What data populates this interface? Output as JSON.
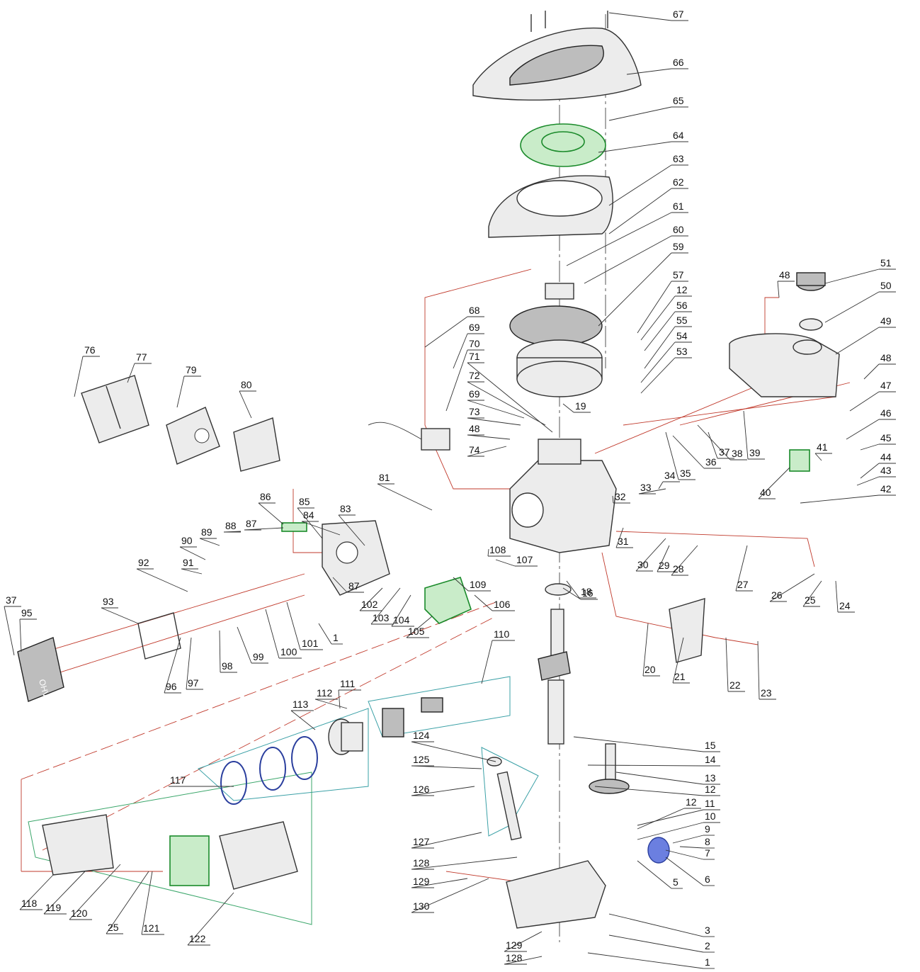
{
  "diagram": {
    "type": "exploded-parts-view",
    "callouts": [
      "67",
      "66",
      "65",
      "64",
      "63",
      "62",
      "61",
      "60",
      "59",
      "57",
      "12",
      "56",
      "55",
      "54",
      "53",
      "51",
      "50",
      "49",
      "48",
      "48",
      "47",
      "46",
      "45",
      "44",
      "43",
      "42",
      "41",
      "40",
      "39",
      "38",
      "37",
      "36",
      "35",
      "34",
      "33",
      "32",
      "31",
      "30",
      "29",
      "28",
      "27",
      "26",
      "25",
      "24",
      "23",
      "22",
      "21",
      "20",
      "19",
      "18",
      "16",
      "15",
      "14",
      "13",
      "12",
      "11",
      "10",
      "9",
      "8",
      "7",
      "6",
      "5",
      "3",
      "2",
      "1",
      "1",
      "68",
      "69",
      "70",
      "71",
      "72",
      "69",
      "73",
      "48",
      "74",
      "76",
      "77",
      "79",
      "80",
      "81",
      "83",
      "84",
      "85",
      "86",
      "87",
      "88",
      "89",
      "90",
      "91",
      "92",
      "93",
      "95",
      "37",
      "96",
      "97",
      "98",
      "99",
      "100",
      "101",
      "87",
      "102",
      "103",
      "104",
      "105",
      "106",
      "107",
      "108",
      "109",
      "110",
      "111",
      "112",
      "113",
      "117",
      "118",
      "119",
      "120",
      "25",
      "121",
      "122",
      "124",
      "125",
      "126",
      "127",
      "128",
      "129",
      "130",
      "129",
      "128",
      "12"
    ]
  }
}
